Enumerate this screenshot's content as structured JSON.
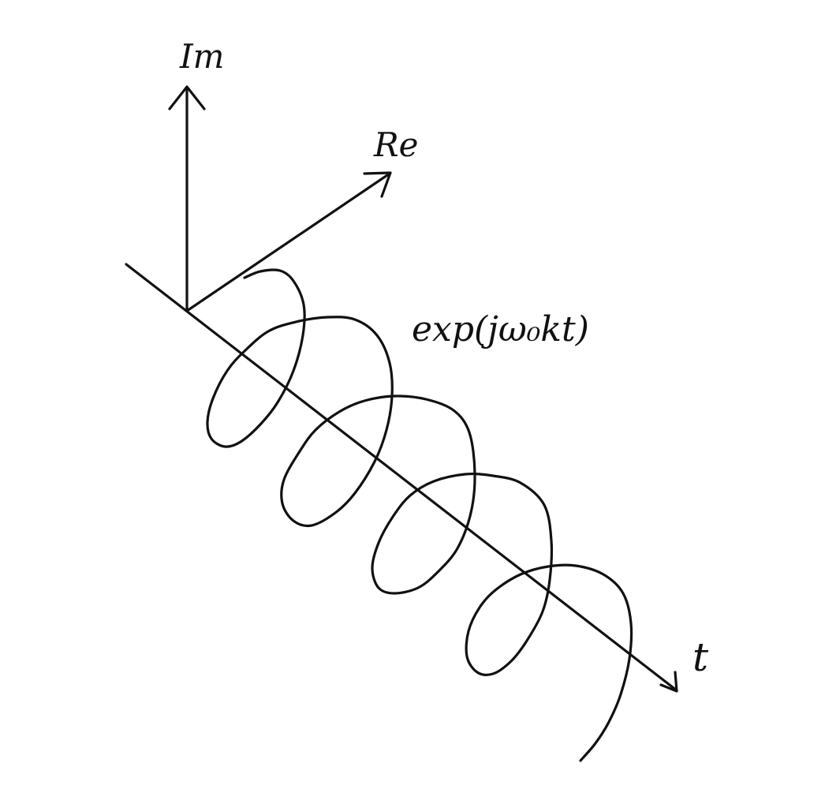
{
  "labels": {
    "imaginary_axis": "Im",
    "real_axis": "Re",
    "time_axis": "t",
    "helix_expression": "exp(jω₀kt)"
  },
  "colors": {
    "ink": "#111111",
    "background": "#ffffff"
  }
}
